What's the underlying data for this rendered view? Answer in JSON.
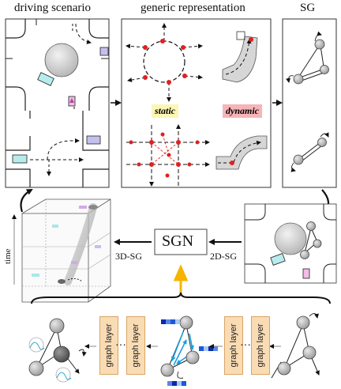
{
  "headers": {
    "driving_scenario": "driving scenario",
    "generic_representation": "generic representation",
    "sg": "SG"
  },
  "tags": {
    "static": "static",
    "dynamic": "dynamic"
  },
  "labels": {
    "sgn": "SGN",
    "three_d_sg": "3D-SG",
    "two_d_sg": "2D-SG",
    "time": "time"
  },
  "graph_layers": [
    "graph layer",
    "graph layer",
    "graph layer",
    "graph layer"
  ],
  "ellipsis": [
    "···",
    "···"
  ],
  "colors": {
    "tag_static_bg": "#fbf6b4",
    "tag_dynamic_bg": "#f6b4b8",
    "arrow_orange": "#f5b400",
    "node_red": "#e02020",
    "feature_blue": "#1a5ad6",
    "graph_layer_fill": "#f9dcb4"
  }
}
